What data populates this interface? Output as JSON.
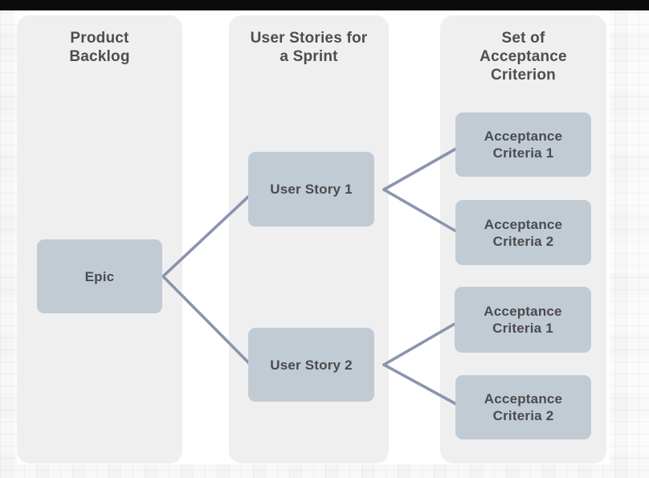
{
  "diagram": {
    "columns": [
      {
        "header": "Product\nBacklog"
      },
      {
        "header": "User Stories for\na Sprint"
      },
      {
        "header": "Set of\nAcceptance\nCriterion"
      }
    ],
    "nodes": {
      "epic": "Epic",
      "user_story_1": "User Story 1",
      "user_story_2": "User Story 2",
      "acceptance_1_1": "Acceptance\nCriteria 1",
      "acceptance_1_2": "Acceptance\nCriteria 2",
      "acceptance_2_1": "Acceptance\nCriteria 1",
      "acceptance_2_2": "Acceptance\nCriteria 2"
    },
    "connections": [
      {
        "from": "epic",
        "to": "user_story_1"
      },
      {
        "from": "epic",
        "to": "user_story_2"
      },
      {
        "from": "user_story_1",
        "to": "acceptance_1_1"
      },
      {
        "from": "user_story_1",
        "to": "acceptance_1_2"
      },
      {
        "from": "user_story_2",
        "to": "acceptance_2_1"
      },
      {
        "from": "user_story_2",
        "to": "acceptance_2_2"
      }
    ],
    "colors": {
      "top_bar": "#0b0b0b",
      "slide_background": "#ffffff",
      "panel": "#f0eff0",
      "node_fill": "#c1cbd3",
      "connector": "#8b94ae",
      "text": "#4d4d4f"
    }
  }
}
